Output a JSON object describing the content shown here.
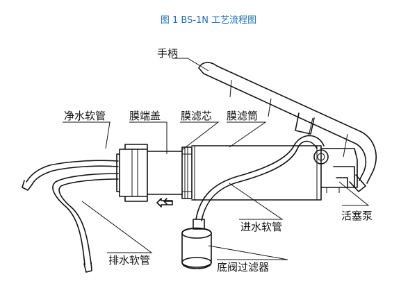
{
  "caption": "图 1   BS-1N 工艺流程图",
  "labels": {
    "handle": "手柄",
    "clean_hose": "净水软管",
    "membrane_cap": "膜端盖",
    "membrane_core": "膜滤芯",
    "membrane_tube": "膜滤筒",
    "piston_pump": "活塞泵",
    "inlet_hose": "进水软管",
    "drain_hose": "排水软管",
    "foot_valve_filter": "底阀过滤器"
  }
}
